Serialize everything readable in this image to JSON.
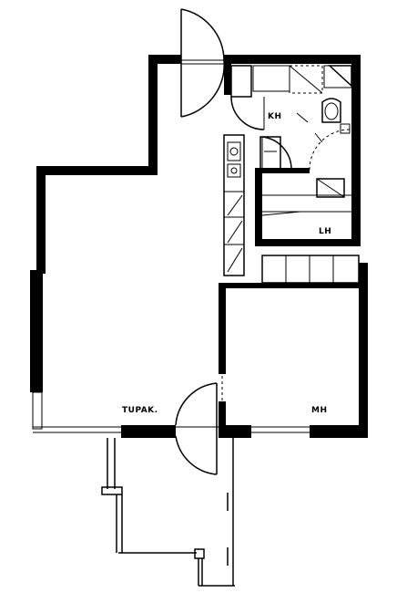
{
  "rooms": {
    "kh": "KH",
    "lh": "LH",
    "tupak": "TUPAK.",
    "mh": "MH"
  },
  "colors": {
    "wall": "#000000",
    "background": "#ffffff"
  }
}
